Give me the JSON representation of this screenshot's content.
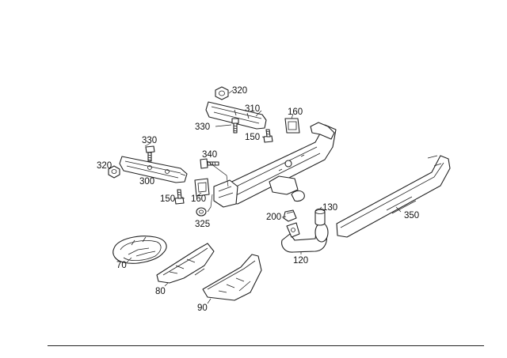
{
  "diagram": {
    "callouts": {
      "c320a": "320",
      "c310": "310",
      "c160a": "160",
      "c330a": "330",
      "c150a": "150",
      "c330b": "330",
      "c340": "340",
      "c320b": "320",
      "c300": "300",
      "c150b": "150",
      "c160b": "160",
      "c325": "325",
      "c200": "200",
      "c130": "130",
      "c350": "350",
      "c120": "120",
      "c70": "70",
      "c80": "80",
      "c90": "90"
    }
  }
}
